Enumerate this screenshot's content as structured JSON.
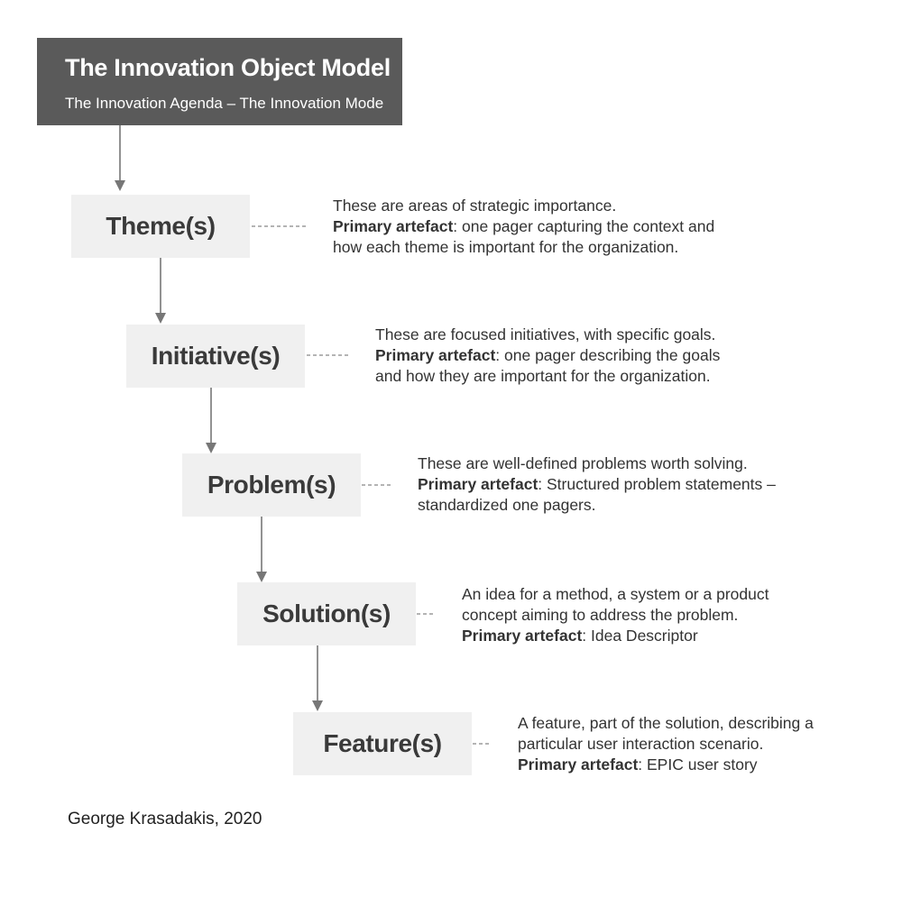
{
  "header": {
    "title": "The Innovation Object Model",
    "subtitle": "The Innovation Agenda – The Innovation Mode"
  },
  "nodes": [
    {
      "label": "Theme(s)",
      "desc_line1": "These are areas of strategic importance.",
      "desc_bold": "Primary artefact",
      "desc_line2_rest": ": one pager capturing the context and",
      "desc_line3": "how each theme is important for the organization."
    },
    {
      "label": "Initiative(s)",
      "desc_line1": "These are focused initiatives, with specific goals.",
      "desc_bold": "Primary artefact",
      "desc_line2_rest": ": one pager describing the goals",
      "desc_line3": "and how they are important for the organization."
    },
    {
      "label": "Problem(s)",
      "desc_line1": "These are well-defined problems worth solving.",
      "desc_bold": "Primary artefact",
      "desc_line2_rest": ": Structured problem statements –",
      "desc_line3": "standardized one pagers."
    },
    {
      "label": "Solution(s)",
      "desc_line1": "An idea for a method, a system or a product",
      "desc_line2": "concept aiming to address the problem.",
      "desc_bold": "Primary artefact",
      "desc_line3_rest": ": Idea Descriptor"
    },
    {
      "label": "Feature(s)",
      "desc_line1": "A feature, part of the solution, describing a",
      "desc_line2": "particular user interaction scenario.",
      "desc_bold": "Primary artefact",
      "desc_line3_rest": ": EPIC user story"
    }
  ],
  "credit": "George Krasadakis, 2020",
  "colors": {
    "header_bg": "#5a5a5a",
    "node_bg": "#f0f0f0",
    "connector": "#777777"
  }
}
